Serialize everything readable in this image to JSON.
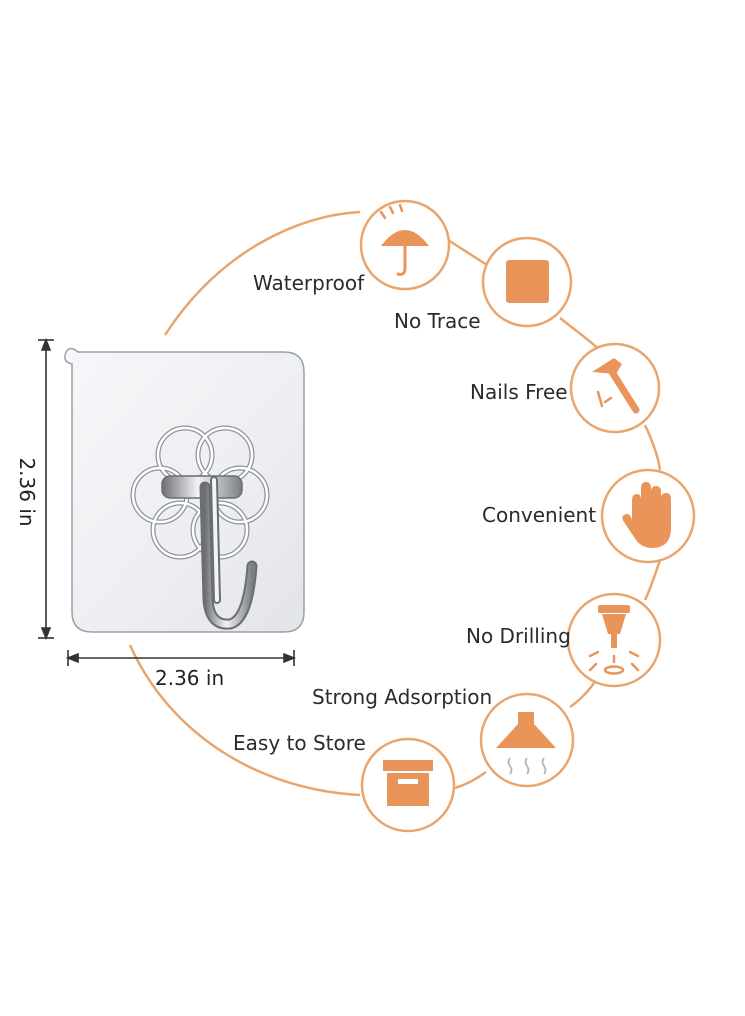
{
  "dimensions": {
    "height": "2.36 in",
    "width": "2.36 in"
  },
  "features": [
    {
      "label": "Waterproof",
      "icon": "umbrella-icon"
    },
    {
      "label": "No Trace",
      "icon": "square-icon"
    },
    {
      "label": "Nails Free",
      "icon": "hammer-icon"
    },
    {
      "label": "Convenient",
      "icon": "hand-icon"
    },
    {
      "label": "No Drilling",
      "icon": "drill-icon"
    },
    {
      "label": "Strong Adsorption",
      "icon": "range-hood-icon"
    },
    {
      "label": "Easy to Store",
      "icon": "storage-box-icon"
    }
  ],
  "colors": {
    "accent": "#E9955A",
    "arc": "#E8A56E",
    "text": "#2b2b2b"
  }
}
